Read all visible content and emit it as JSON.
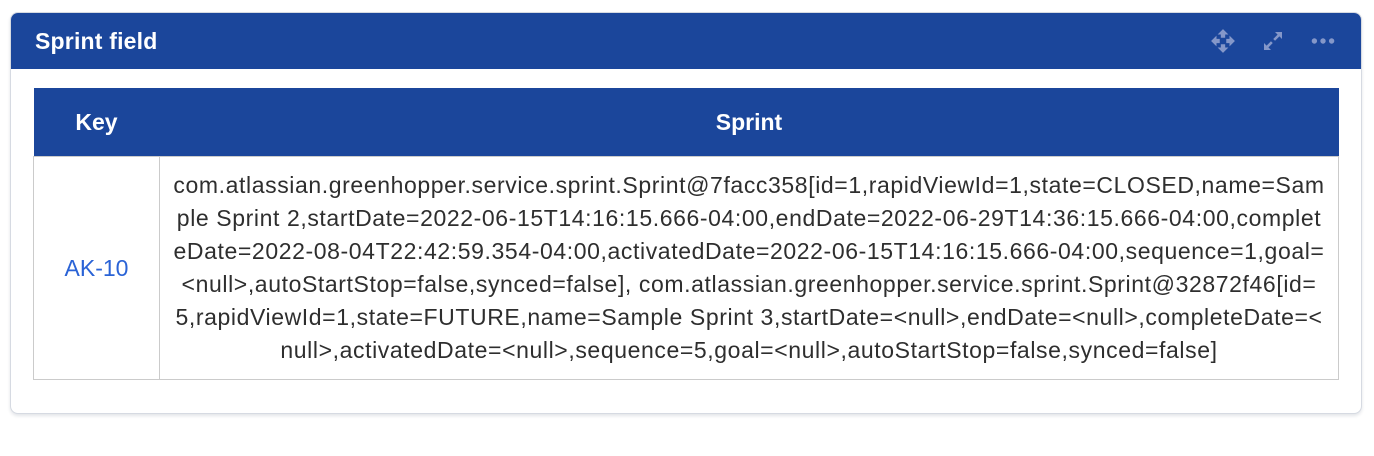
{
  "gadget": {
    "title": "Sprint field",
    "toolbar": {
      "icons": [
        "move-icon",
        "expand-icon",
        "ellipsis-icon"
      ]
    }
  },
  "table": {
    "columns": [
      {
        "label": "Key"
      },
      {
        "label": "Sprint"
      }
    ],
    "rows": [
      {
        "key": "AK-10",
        "sprint": "com.atlassian.greenhopper.service.sprint.Sprint@7facc358[id=1,rapidViewId=1,state=CLOSED,name=Sample Sprint 2,startDate=2022-06-15T14:16:15.666-04:00,endDate=2022-06-29T14:36:15.666-04:00,completeDate=2022-08-04T22:42:59.354-04:00,activatedDate=2022-06-15T14:16:15.666-04:00,sequence=1,goal=<null>,autoStartStop=false,synced=false], com.atlassian.greenhopper.service.sprint.Sprint@32872f46[id=5,rapidViewId=1,state=FUTURE,name=Sample Sprint 3,startDate=<null>,endDate=<null>,completeDate=<null>,activatedDate=<null>,sequence=5,goal=<null>,autoStartStop=false,synced=false]"
      }
    ]
  },
  "colors": {
    "header_background": "#1b469b",
    "header_text": "#ffffff",
    "icon": "#8497c9",
    "link": "#2a63d6",
    "table_border": "#cbcbcb",
    "body_text": "#2e2e2e",
    "panel_border": "#d6dae2"
  }
}
